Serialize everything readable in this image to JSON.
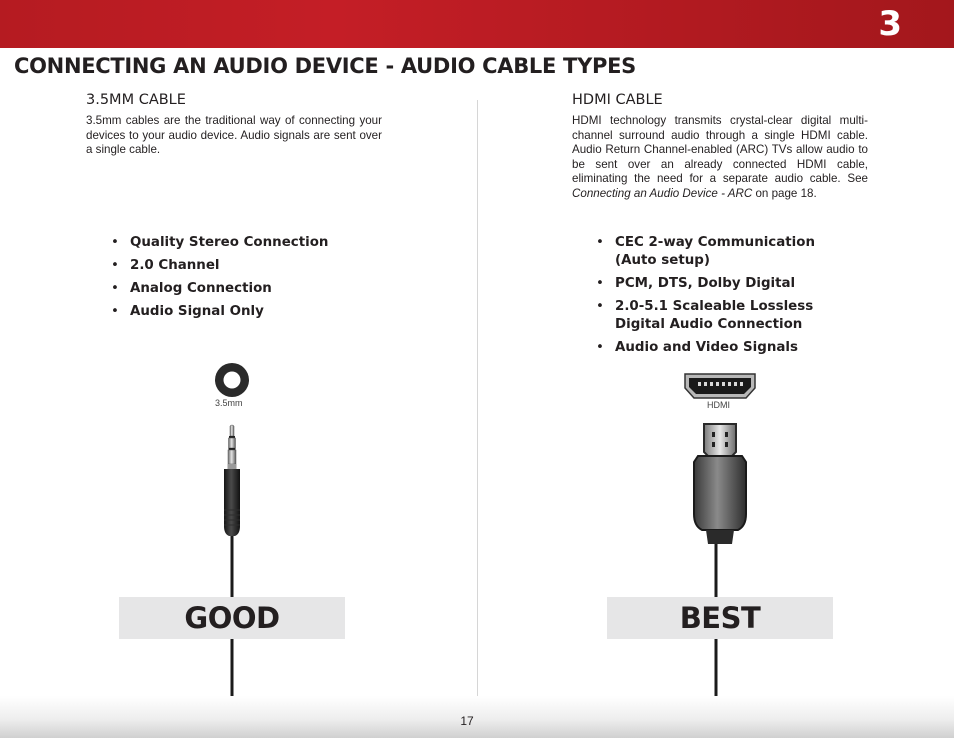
{
  "header": {
    "chapter_number": "3",
    "page_title": "CONNECTING AN AUDIO DEVICE - AUDIO CABLE TYPES"
  },
  "left": {
    "heading": "3.5MM CABLE",
    "description": "3.5mm cables are the traditional way of connecting your devices to your audio device. Audio signals are sent over a single cable.",
    "features": [
      "Quality Stereo Connection",
      "2.0 Channel",
      "Analog Connection",
      "Audio Signal Only"
    ],
    "port_label": "3.5mm",
    "rating": "GOOD"
  },
  "right": {
    "heading": "HDMI CABLE",
    "description_main": "HDMI technology transmits crystal-clear digital multi-channel surround audio through a single HDMI cable. Audio Return Channel-enabled (ARC) TVs allow audio to be sent over an already connected HDMI cable, eliminating the need for a separate audio cable. See ",
    "description_link": "Connecting an Audio Device - ARC",
    "description_tail": " on page 18.",
    "features": [
      "CEC 2-way Communication (Auto setup)",
      "PCM, DTS, Dolby Digital",
      "2.0-5.1 Scaleable Lossless Digital Audio Connection",
      "Audio and Video Signals"
    ],
    "port_label": "HDMI",
    "rating": "BEST"
  },
  "footer": {
    "page_number": "17"
  },
  "bullet_char": "•",
  "colors": {
    "brand_red": "#c41e26",
    "rating_bg": "#e6e6e7",
    "text": "#231f20"
  },
  "icons": [
    "audio-jack-port-icon",
    "hdmi-port-icon",
    "audio-plug-icon",
    "hdmi-plug-icon"
  ]
}
